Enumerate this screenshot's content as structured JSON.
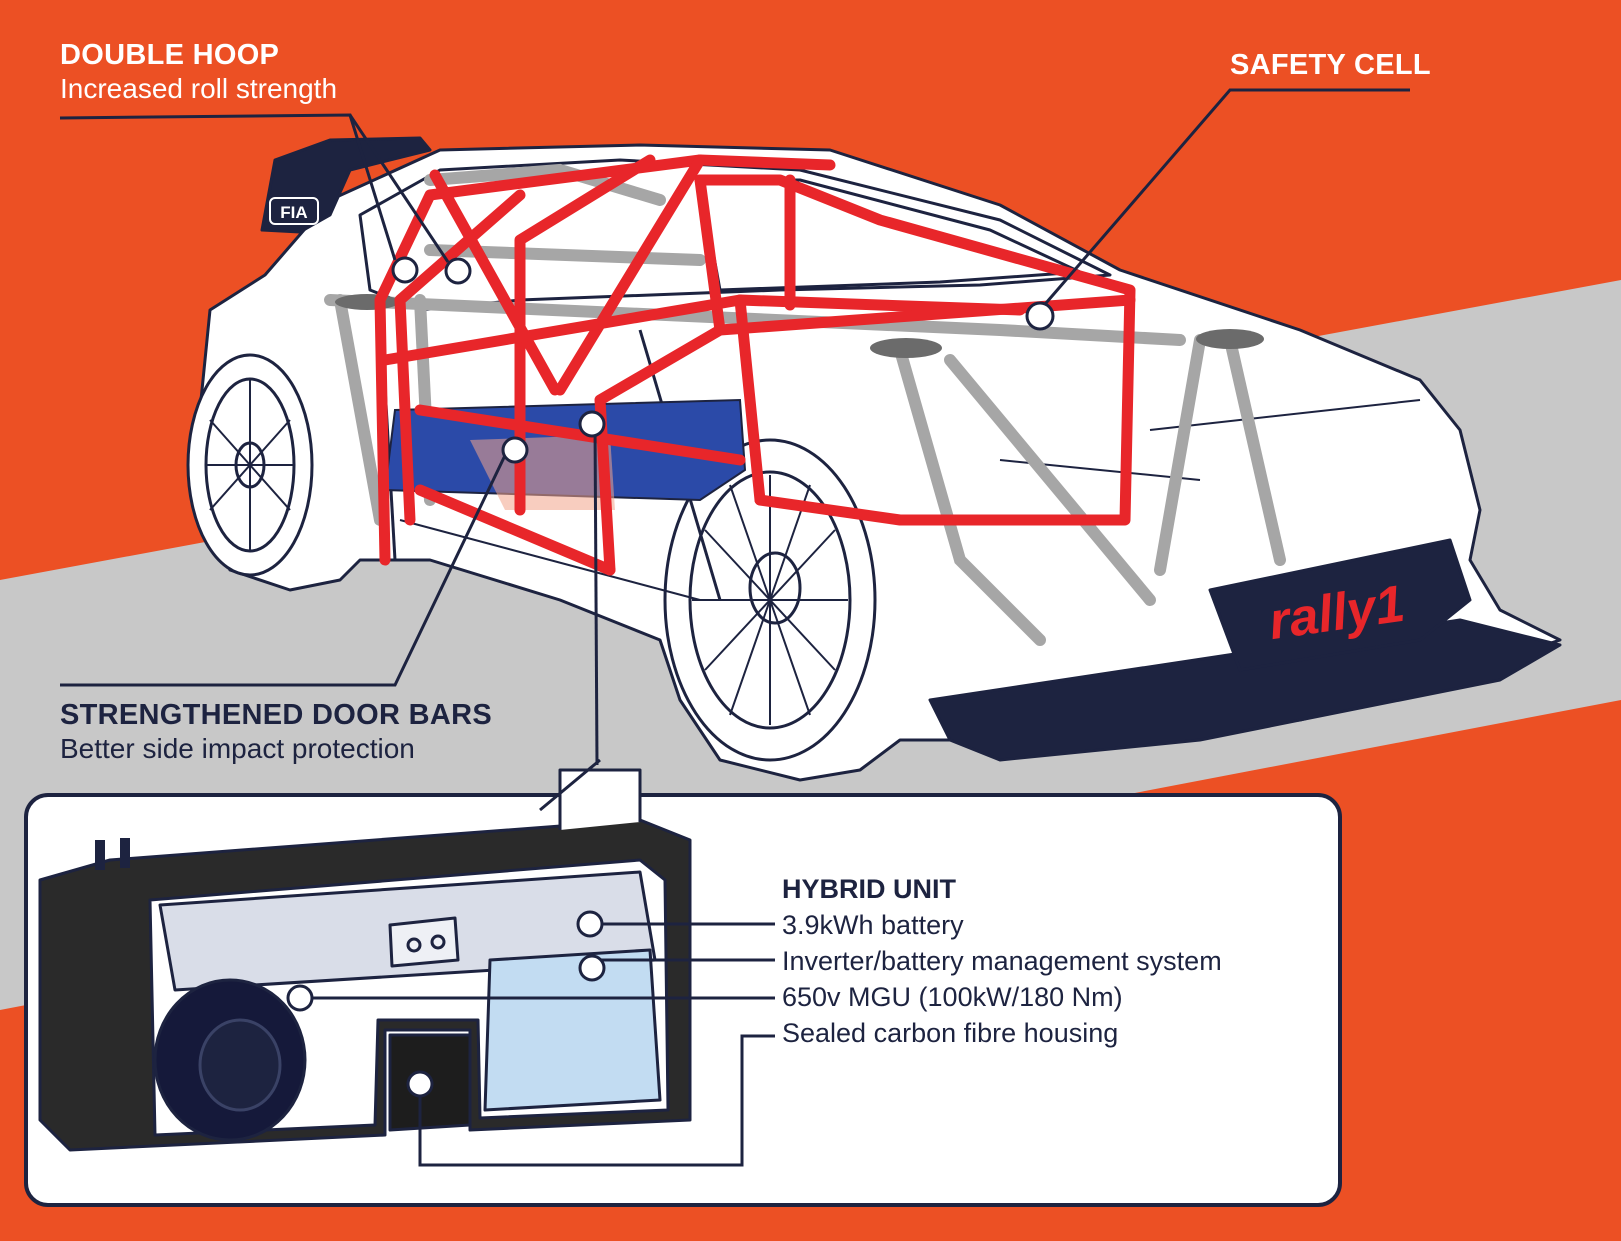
{
  "colors": {
    "background_orange": "#ec5024",
    "road_grey": "#c8c8c8",
    "navy_outline": "#1d2340",
    "roll_cage_red": "#e8262a",
    "grey_cage": "#a6a6a6",
    "battery_blue": "#2b4aa8",
    "callout_panel": "#ffffff"
  },
  "labels": {
    "double_hoop": {
      "title": "DOUBLE HOOP",
      "subtitle": "Increased roll strength"
    },
    "safety_cell": {
      "title": "SAFETY CELL"
    },
    "door_bars": {
      "title": "STRENGTHENED DOOR BARS",
      "subtitle": "Better side impact protection"
    },
    "hybrid_unit": {
      "title": "HYBRID UNIT",
      "items": [
        "3.9kWh battery",
        "Inverter/battery management system",
        "650v MGU (100kW/180 Nm)",
        "Sealed carbon fibre housing"
      ]
    }
  },
  "logos": {
    "fia": "FIA",
    "rally1": "rally1"
  },
  "icons": [
    "callout-dot-icon",
    "fia-logo-icon",
    "rally1-logo-icon"
  ]
}
